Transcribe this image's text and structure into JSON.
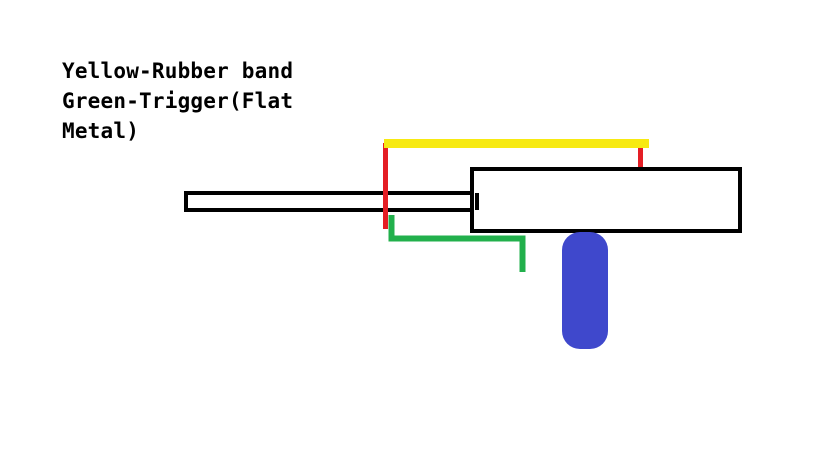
{
  "legend": {
    "line1": "Yellow-Rubber band",
    "line2": "Green-Trigger(Flat",
    "line3": "Metal)"
  },
  "colors": {
    "background": "#ffffff",
    "outline": "#000000",
    "rubber_band": "#f7ea12",
    "trigger": "#22b04c",
    "red_post": "#e41e25",
    "handle": "#3f48cc"
  }
}
